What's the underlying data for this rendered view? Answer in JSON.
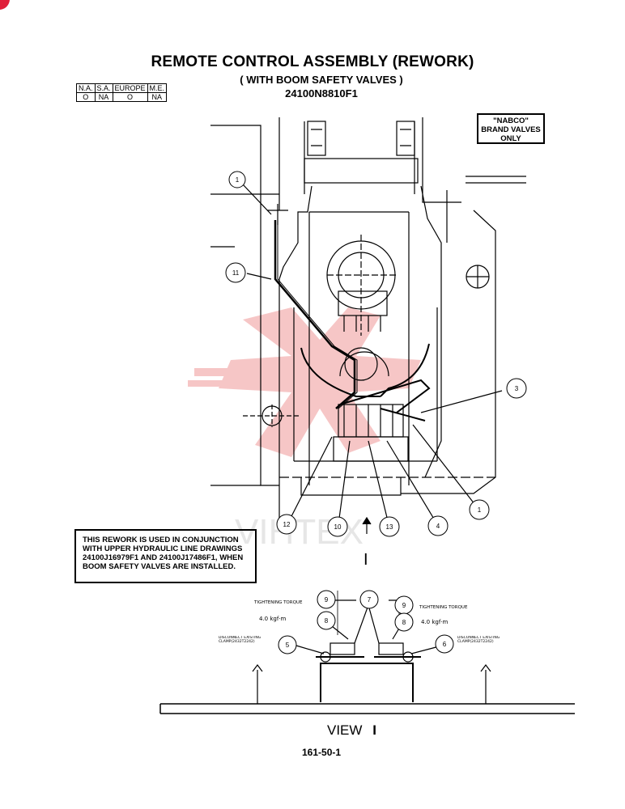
{
  "header": {
    "title": "REMOTE CONTROL ASSEMBLY (REWORK)",
    "subtitle": "( WITH BOOM SAFETY VALVES )",
    "part_number": "24100N8810F1"
  },
  "market_table": {
    "headers": [
      "N.A.",
      "S.A.",
      "EUROPE",
      "M.E."
    ],
    "values": [
      "O",
      "NA",
      "O",
      "NA"
    ]
  },
  "notes": {
    "nabco_lines": [
      "\"NABCO\"",
      "BRAND VALVES",
      "ONLY"
    ],
    "rework_lines": [
      "THIS REWORK IS USED IN CONJUNCTION",
      "WITH UPPER HYDRAULIC LINE DRAWINGS",
      "24100J16979F1 AND 24100J17486F1, WHEN",
      "BOOM SAFETY VALVES ARE INSTALLED."
    ]
  },
  "callouts": [
    "1",
    "11",
    "3",
    "12",
    "10",
    "13",
    "4",
    "1",
    "9",
    "7",
    "9",
    "8",
    "8",
    "5",
    "6"
  ],
  "view_detail": {
    "torque_label": "TIGHTENING TORQUE",
    "torque_value": "4.0 kgf·m",
    "disconnect_label_left": "DISCONNECT EXISTING CLAMP(2432T2242)",
    "disconnect_label_right": "DISCONNECT EXISTING CLAMP(2432T2242)",
    "view_label": "VIEW",
    "view_marker": "I",
    "arrow_marker": "I"
  },
  "footer": {
    "page_number": "161-50-1"
  },
  "watermark": {
    "text": "VIHTEX"
  },
  "colors": {
    "watermark": "#f3b3b3",
    "ink": "#000000",
    "logo": "#e0203a"
  }
}
